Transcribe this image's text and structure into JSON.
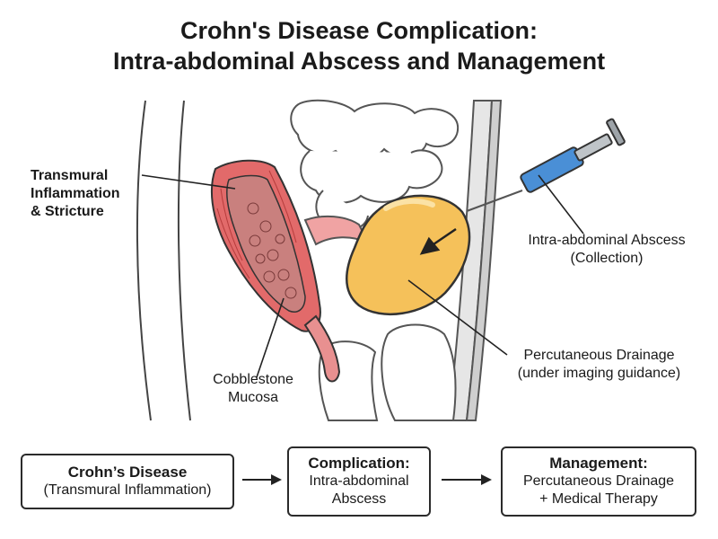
{
  "title": {
    "line1": "Crohn's Disease Complication:",
    "line2": "Intra-abdominal Abscess and Management"
  },
  "labels": {
    "stricture": [
      "Transmural",
      "Inflammation",
      "& Stricture"
    ],
    "mucosa": [
      "Cobblestone",
      "Mucosa"
    ],
    "abscess": {
      "title": "Intra-abdominal Abscess",
      "sub": "(Collection)"
    },
    "drainage": {
      "title": "Percutaneous Drainage",
      "sub": "(under imaging guidance)"
    }
  },
  "flow": [
    {
      "heading": "Crohn’s Disease",
      "lines": [
        "(Transmural Inflammation)"
      ]
    },
    {
      "heading": "Complication:",
      "lines": [
        "Intra-abdominal",
        "Abscess"
      ]
    },
    {
      "heading": "Management:",
      "lines": [
        "Percutaneous Drainage",
        "+ Medical Therapy"
      ]
    }
  ],
  "colors": {
    "bowel_wall": "#e26a6a",
    "mucosa": "#c9807e",
    "abscess": "#f5c15a",
    "outline": "#333333"
  }
}
